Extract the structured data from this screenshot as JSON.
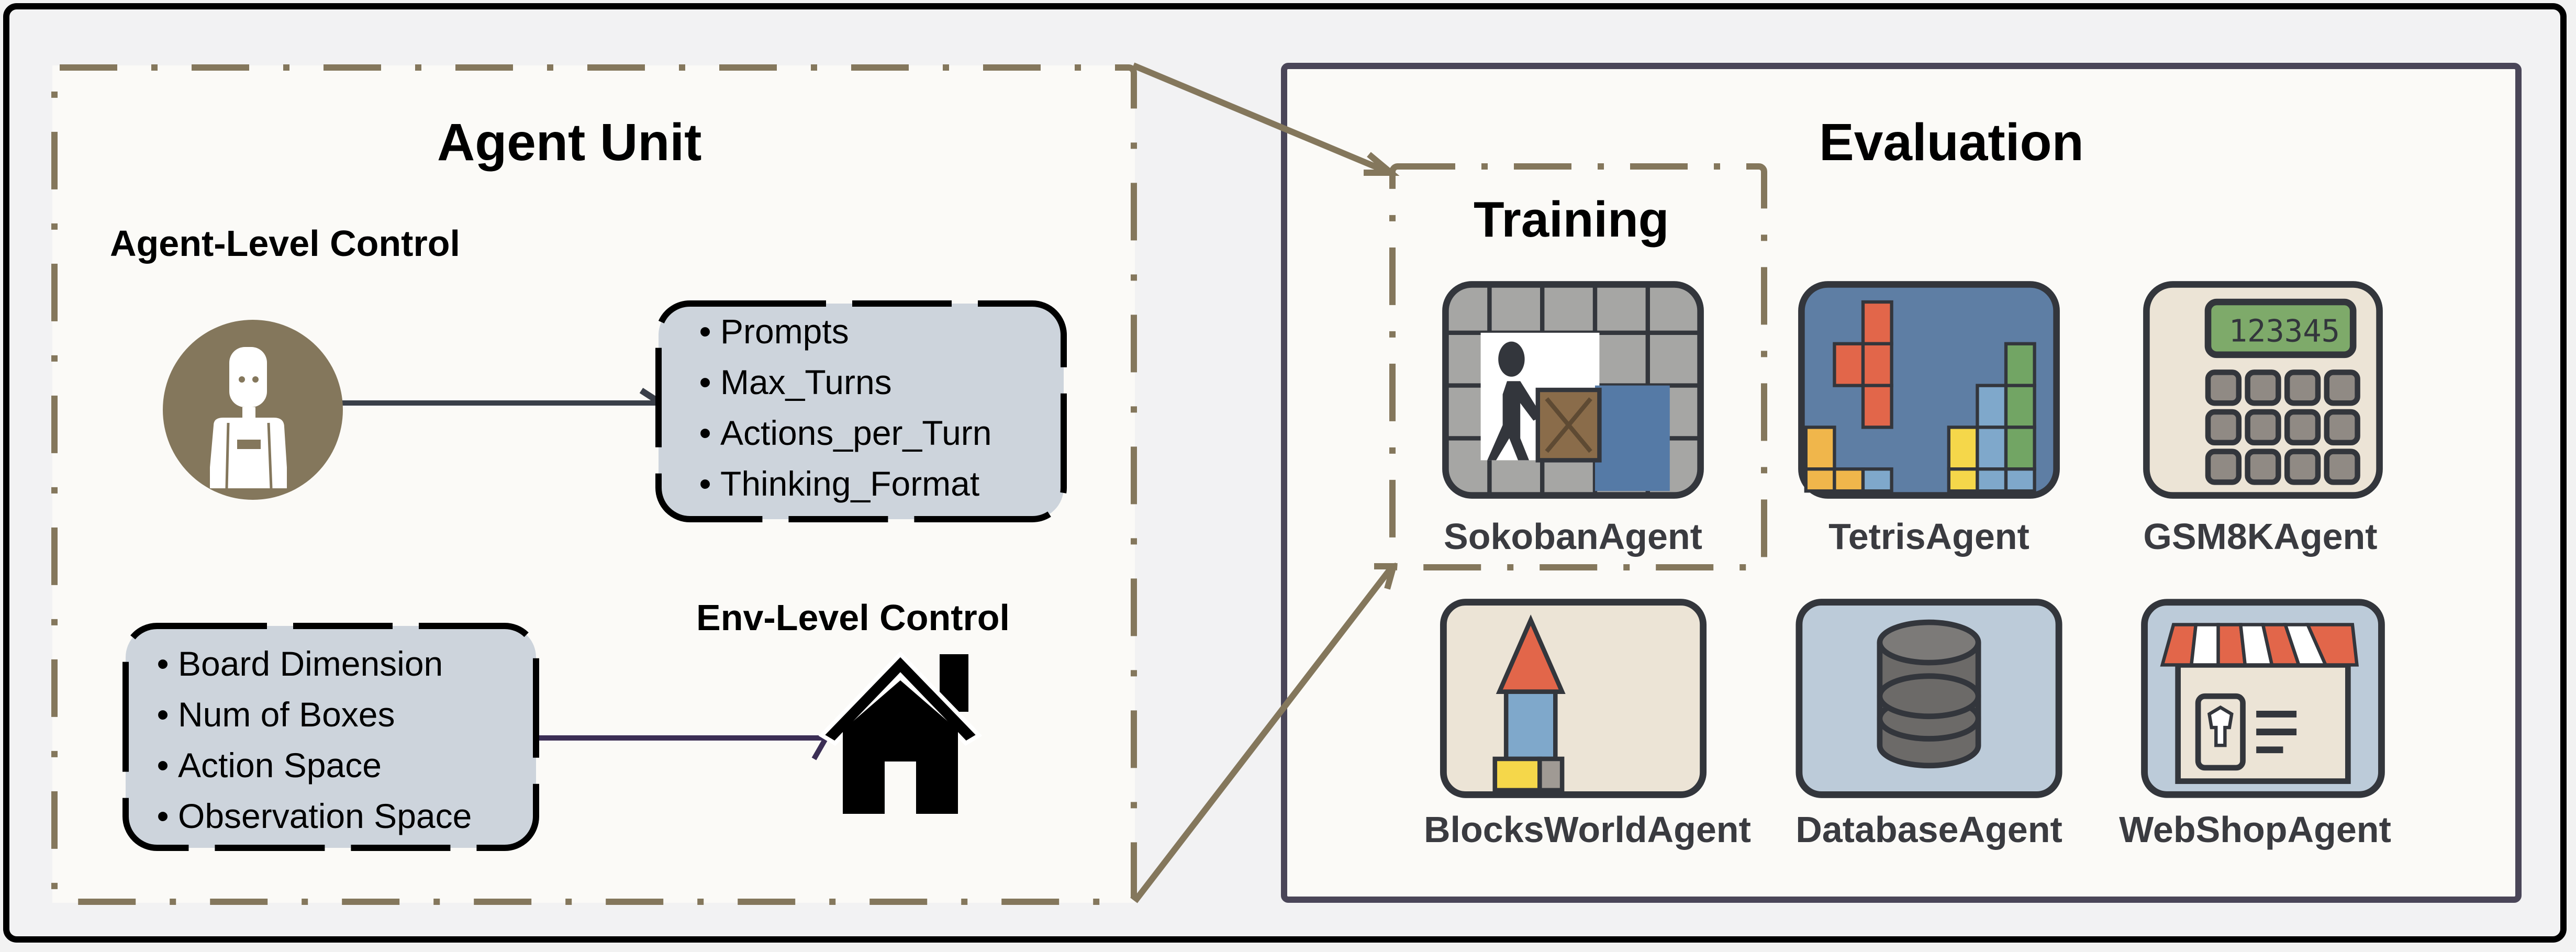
{
  "agent_unit": {
    "title": "Agent Unit",
    "agent_level": {
      "label": "Agent-Level Control",
      "icon": "robot-icon",
      "items": [
        "Prompts",
        "Max_Turns",
        "Actions_per_Turn",
        "Thinking_Format"
      ]
    },
    "env_level": {
      "label": "Env-Level Control",
      "icon": "house-icon",
      "items": [
        "Board Dimension",
        "Num of Boxes",
        "Action Space",
        "Observation Space"
      ]
    }
  },
  "evaluation": {
    "title": "Evaluation",
    "training_label": "Training",
    "agents": [
      {
        "name": "SokobanAgent",
        "icon": "sokoban-icon",
        "group": "training"
      },
      {
        "name": "TetrisAgent",
        "icon": "tetris-icon",
        "group": "evaluation"
      },
      {
        "name": "GSM8KAgent",
        "icon": "calculator-icon",
        "group": "evaluation",
        "display": "123345"
      },
      {
        "name": "BlocksWorldAgent",
        "icon": "blocks-icon",
        "group": "evaluation"
      },
      {
        "name": "DatabaseAgent",
        "icon": "database-icon",
        "group": "evaluation"
      },
      {
        "name": "WebShopAgent",
        "icon": "shop-icon",
        "group": "evaluation"
      }
    ]
  },
  "colors": {
    "accent_brown": "#84775c",
    "list_fill": "#cdd4dc",
    "eval_border": "#4a4658",
    "arrow_dark": "#3a3f49",
    "arrow_purple": "#3b2e55"
  }
}
